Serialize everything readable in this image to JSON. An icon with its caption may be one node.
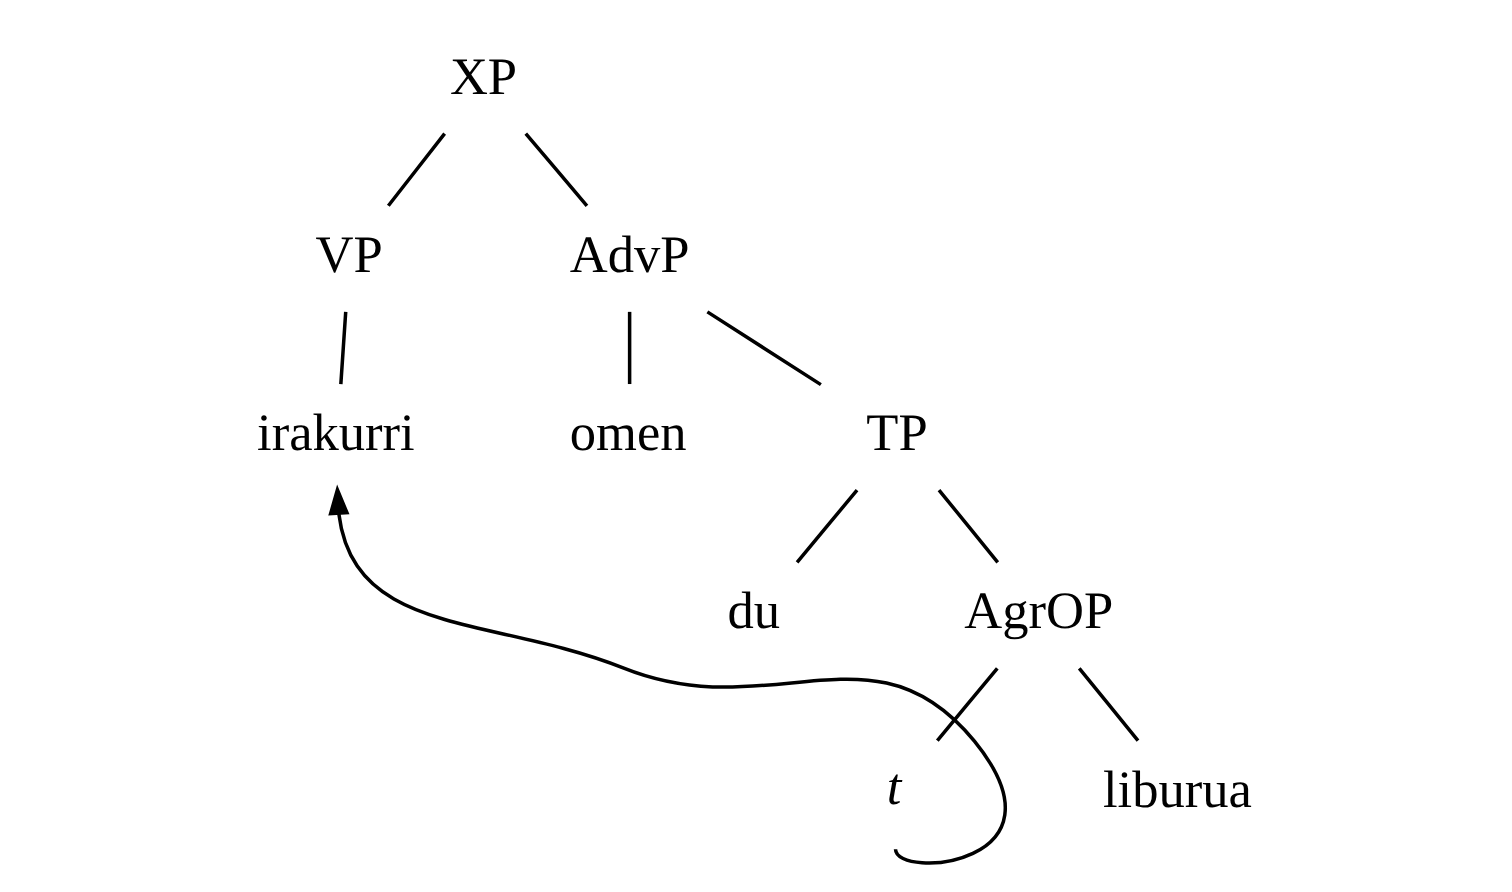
{
  "diagram": {
    "nodes": [
      {
        "text": [
          "XP"
        ]
      },
      {
        "text": [
          "VP"
        ]
      },
      {
        "text": [
          "AdvP"
        ]
      },
      {
        "text": [
          "irakurri"
        ]
      },
      {
        "text": [
          "omen"
        ]
      },
      {
        "text": [
          "TP"
        ]
      },
      {
        "text": [
          "du"
        ]
      },
      {
        "text": [
          "AgrOP"
        ]
      },
      {
        "text": [
          "liburua"
        ]
      },
      {
        "text": [
          "t"
        ]
      }
    ],
    "edges": [
      {
        "from": 0,
        "to": 1,
        "arrow": "none"
      },
      {
        "from": 0,
        "to": 2,
        "arrow": "none"
      },
      {
        "from": 1,
        "to": 3,
        "arrow": "none"
      },
      {
        "from": 2,
        "to": 4,
        "arrow": "none"
      },
      {
        "from": 2,
        "to": 5,
        "arrow": "none"
      },
      {
        "from": 5,
        "to": 6,
        "arrow": "none"
      },
      {
        "from": 5,
        "to": 7,
        "arrow": "none"
      },
      {
        "from": 7,
        "to": 8,
        "arrow": "none"
      },
      {
        "from": 7,
        "to": 9,
        "arrow": "none"
      },
      {
        "from": 9,
        "to": 3,
        "arrow": "to"
      }
    ]
  }
}
